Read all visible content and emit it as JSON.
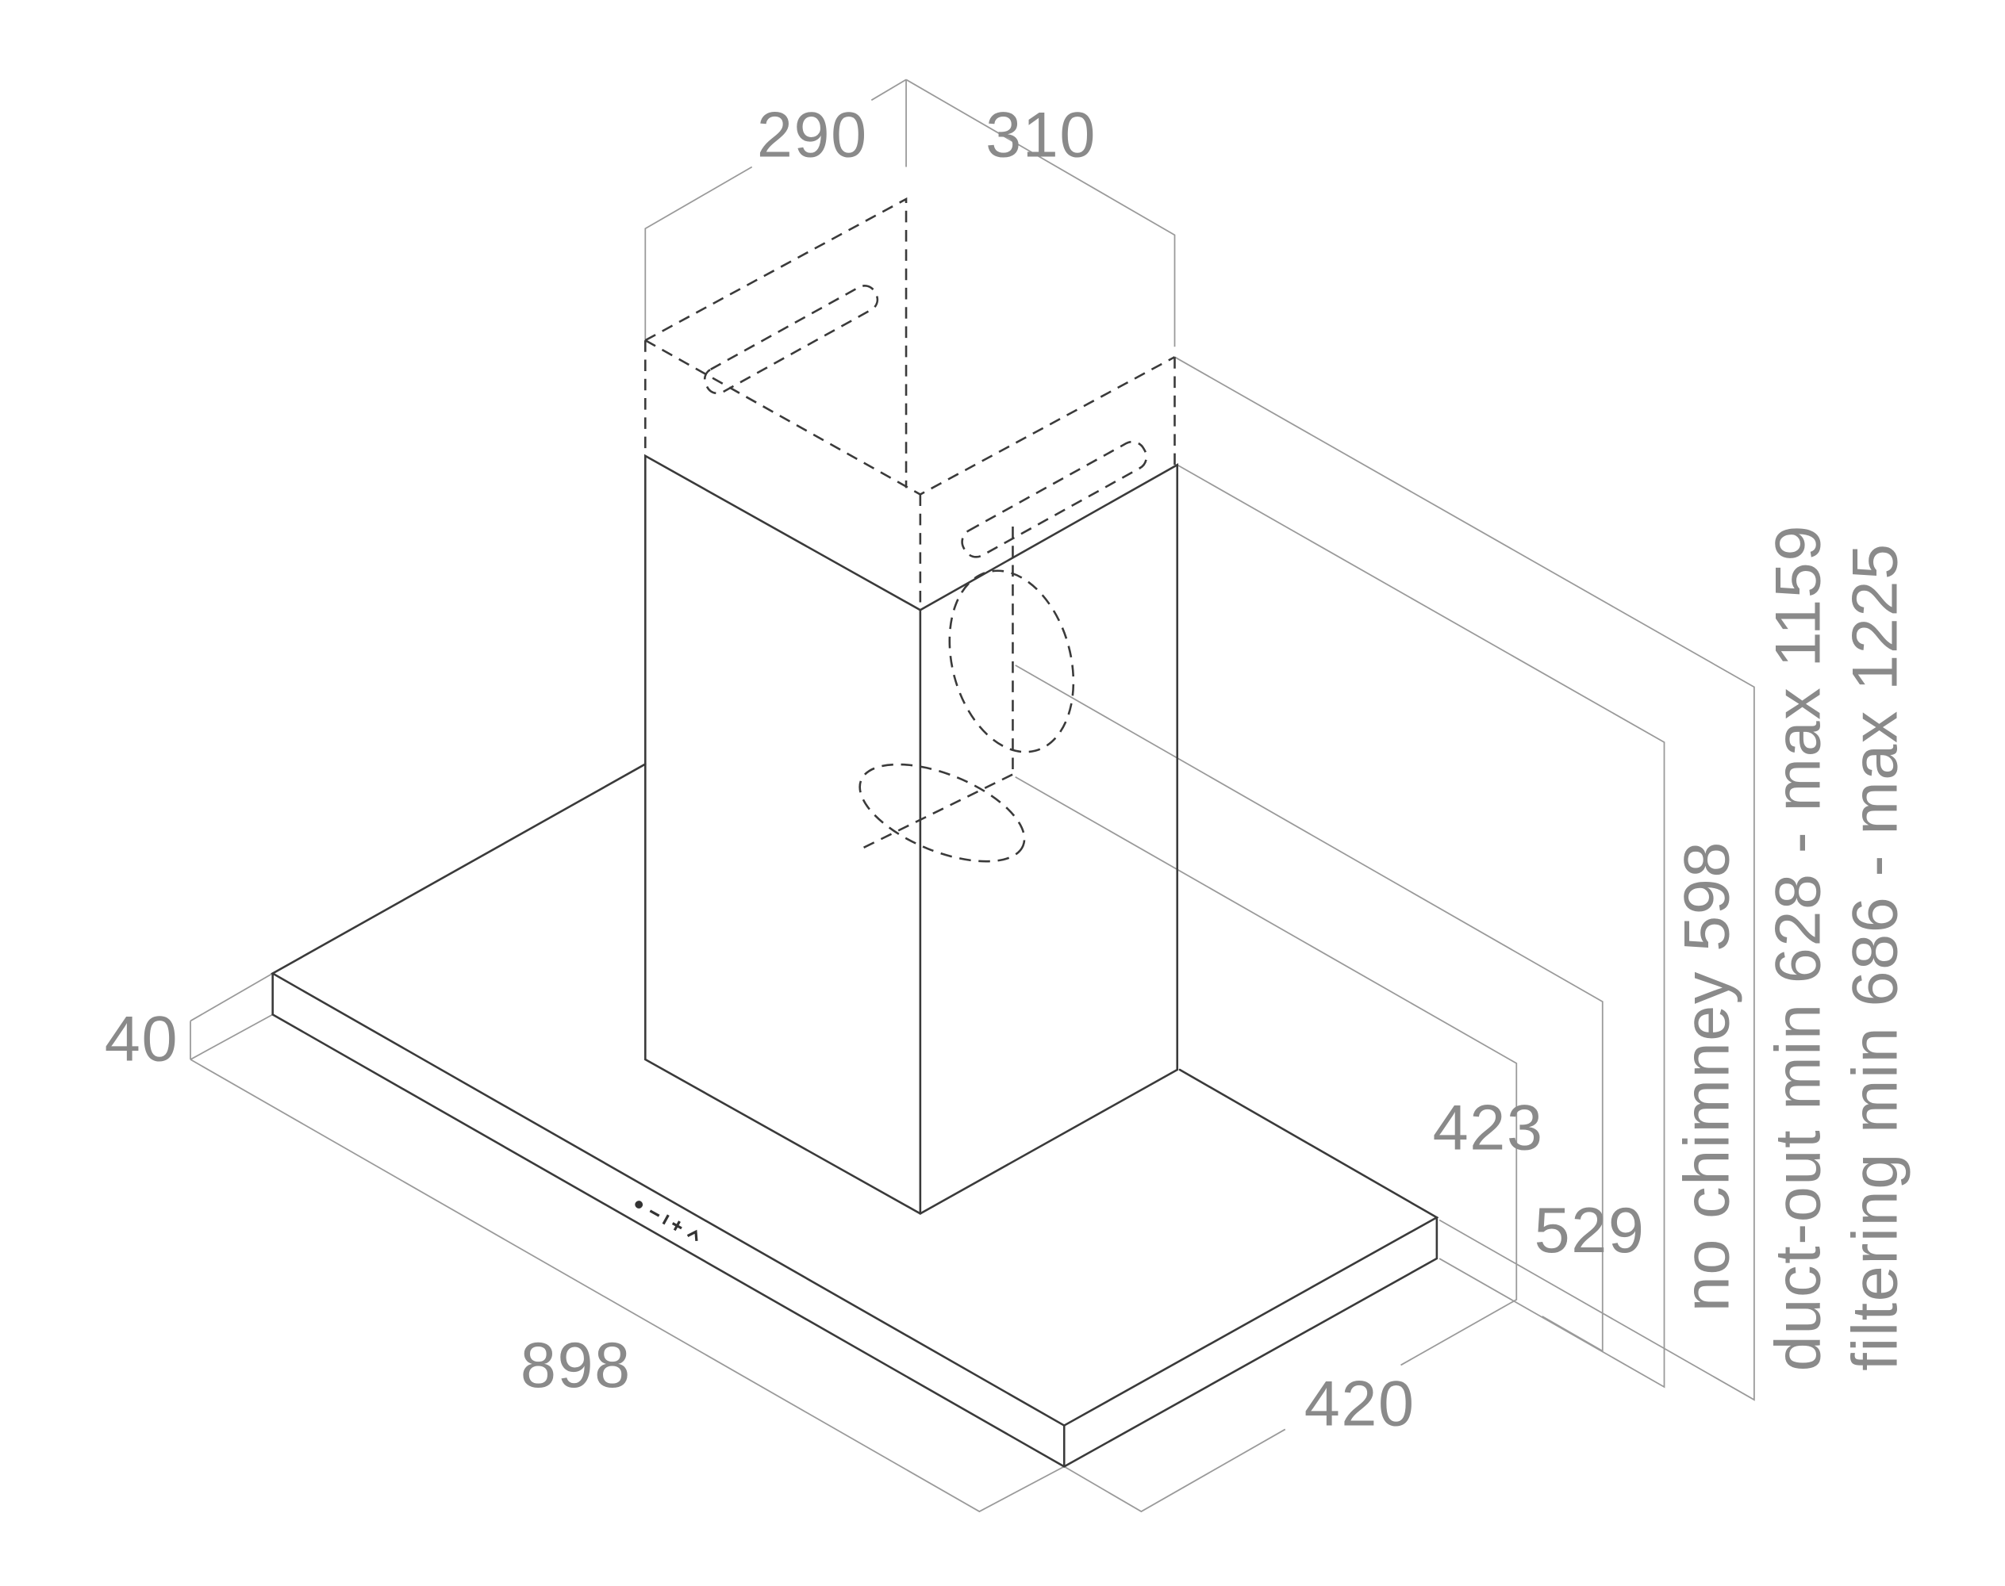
{
  "diagram": {
    "subject": "chimney-hood-dimensions",
    "line_color": "#3a3a3a",
    "dimension_color": "#9a9a9a",
    "text_color": "#8a8a8a",
    "labels": {
      "chimney_depth": "290",
      "chimney_width": "310",
      "canopy_thickness": "40",
      "canopy_width": "898",
      "canopy_depth": "420",
      "dim_423": "423",
      "dim_529": "529",
      "no_chimney": "no chimney 598",
      "duct_out": "duct-out min 628 - max 1159",
      "filtering": "filtering min 686 - max 1225"
    },
    "control_panel_icons": [
      "fan-icon",
      "minus-icon",
      "level-icon",
      "plus-icon",
      "light-icon"
    ]
  }
}
